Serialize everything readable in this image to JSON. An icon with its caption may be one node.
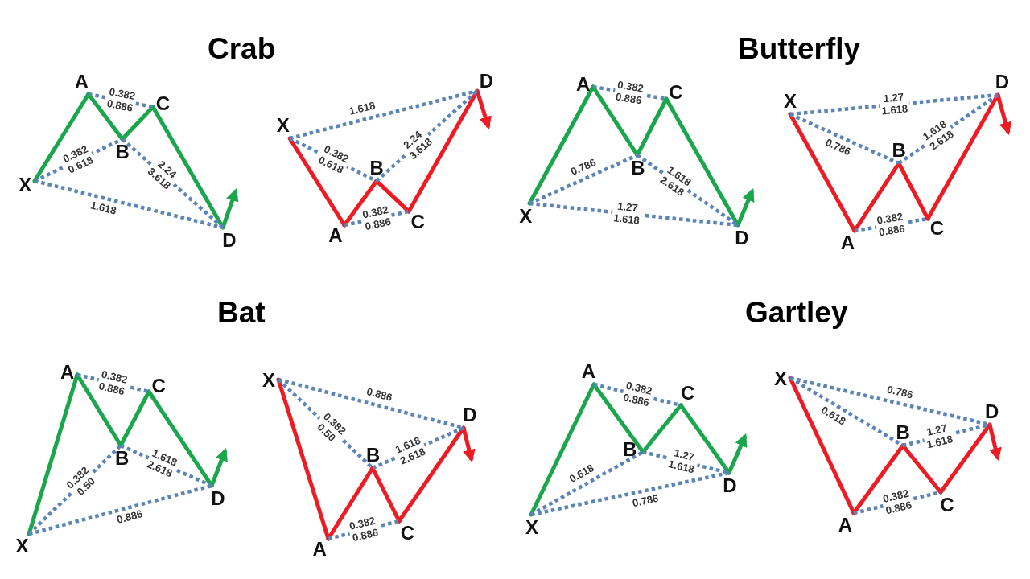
{
  "diagram": {
    "nodes": [
      {
        "text": [
          "X"
        ]
      },
      {
        "text": [
          "A"
        ]
      },
      {
        "text": [
          "B"
        ]
      },
      {
        "text": [
          "C"
        ]
      },
      {
        "text": [
          "D"
        ]
      },
      {
        "text": [
          "X"
        ]
      },
      {
        "text": [
          "A"
        ]
      },
      {
        "text": [
          "B"
        ]
      },
      {
        "text": [
          "C"
        ]
      },
      {
        "text": [
          "D"
        ]
      },
      {
        "text": [
          "X"
        ]
      },
      {
        "text": [
          "A"
        ]
      },
      {
        "text": [
          "B"
        ]
      },
      {
        "text": [
          "C"
        ]
      },
      {
        "text": [
          "D"
        ]
      },
      {
        "text": [
          "X"
        ]
      },
      {
        "text": [
          "A"
        ]
      },
      {
        "text": [
          "B"
        ]
      },
      {
        "text": [
          "C"
        ]
      },
      {
        "text": [
          "D"
        ]
      },
      {
        "text": [
          "X"
        ]
      },
      {
        "text": [
          "A"
        ]
      },
      {
        "text": [
          "B"
        ]
      },
      {
        "text": [
          "C"
        ]
      },
      {
        "text": [
          "D"
        ]
      },
      {
        "text": [
          "X"
        ]
      },
      {
        "text": [
          "A"
        ]
      },
      {
        "text": [
          "B"
        ]
      },
      {
        "text": [
          "C"
        ]
      },
      {
        "text": [
          "D"
        ]
      },
      {
        "text": [
          "X"
        ]
      },
      {
        "text": [
          "A"
        ]
      },
      {
        "text": [
          "B"
        ]
      },
      {
        "text": [
          "C"
        ]
      },
      {
        "text": [
          "D"
        ]
      },
      {
        "text": [
          "X"
        ]
      },
      {
        "text": [
          "A"
        ]
      },
      {
        "text": [
          "B"
        ]
      },
      {
        "text": [
          "C"
        ]
      },
      {
        "text": [
          "D"
        ]
      }
    ],
    "edges": [
      {
        "from": 0,
        "to": 1,
        "arrow": "none",
        "color": "#1aa64a"
      },
      {
        "from": 1,
        "to": 2,
        "arrow": "none",
        "color": "#1aa64a"
      },
      {
        "from": 2,
        "to": 3,
        "arrow": "none",
        "color": "#1aa64a"
      },
      {
        "from": 3,
        "to": 4,
        "arrow": "none",
        "color": "#1aa64a"
      },
      {
        "from": 4,
        "to": null,
        "arrow": "to",
        "color": "#1aa64a"
      },
      {
        "from": 0,
        "to": 2,
        "arrow": "none",
        "style": "dashed",
        "label": "0.382 0.618"
      },
      {
        "from": 1,
        "to": 3,
        "arrow": "none",
        "style": "dashed",
        "label": "0.382 0.886"
      },
      {
        "from": 2,
        "to": 4,
        "arrow": "none",
        "style": "dashed",
        "label": "2.24 3.618"
      },
      {
        "from": 0,
        "to": 4,
        "arrow": "none",
        "style": "dashed",
        "label": "1.618"
      },
      {
        "from": 5,
        "to": 6,
        "arrow": "none",
        "color": "#ed1c24"
      },
      {
        "from": 6,
        "to": 7,
        "arrow": "none",
        "color": "#ed1c24"
      },
      {
        "from": 7,
        "to": 8,
        "arrow": "none",
        "color": "#ed1c24"
      },
      {
        "from": 8,
        "to": 9,
        "arrow": "none",
        "color": "#ed1c24"
      },
      {
        "from": 9,
        "to": null,
        "arrow": "to",
        "color": "#ed1c24"
      },
      {
        "from": 5,
        "to": 7,
        "arrow": "none",
        "style": "dashed",
        "label": "0.382 0.618"
      },
      {
        "from": 6,
        "to": 8,
        "arrow": "none",
        "style": "dashed",
        "label": "0.382 0.886"
      },
      {
        "from": 7,
        "to": 9,
        "arrow": "none",
        "style": "dashed",
        "label": "2.24 3.618"
      },
      {
        "from": 5,
        "to": 9,
        "arrow": "none",
        "style": "dashed",
        "label": "1.618"
      },
      {
        "from": 10,
        "to": 11,
        "arrow": "none",
        "color": "#1aa64a"
      },
      {
        "from": 11,
        "to": 12,
        "arrow": "none",
        "color": "#1aa64a"
      },
      {
        "from": 12,
        "to": 13,
        "arrow": "none",
        "color": "#1aa64a"
      },
      {
        "from": 13,
        "to": 14,
        "arrow": "none",
        "color": "#1aa64a"
      },
      {
        "from": 14,
        "to": null,
        "arrow": "to",
        "color": "#1aa64a"
      },
      {
        "from": 10,
        "to": 12,
        "arrow": "none",
        "style": "dashed",
        "label": "0.786"
      },
      {
        "from": 11,
        "to": 13,
        "arrow": "none",
        "style": "dashed",
        "label": "0.382 0.886"
      },
      {
        "from": 12,
        "to": 14,
        "arrow": "none",
        "style": "dashed",
        "label": "1.618 2.618"
      },
      {
        "from": 10,
        "to": 14,
        "arrow": "none",
        "style": "dashed",
        "label": "1.27 1.618"
      },
      {
        "from": 15,
        "to": 16,
        "arrow": "none",
        "color": "#ed1c24"
      },
      {
        "from": 16,
        "to": 17,
        "arrow": "none",
        "color": "#ed1c24"
      },
      {
        "from": 17,
        "to": 18,
        "arrow": "none",
        "color": "#ed1c24"
      },
      {
        "from": 18,
        "to": 19,
        "arrow": "none",
        "color": "#ed1c24"
      },
      {
        "from": 19,
        "to": null,
        "arrow": "to",
        "color": "#ed1c24"
      },
      {
        "from": 15,
        "to": 17,
        "arrow": "none",
        "style": "dashed",
        "label": "0.786"
      },
      {
        "from": 16,
        "to": 18,
        "arrow": "none",
        "style": "dashed",
        "label": "0.382 0.886"
      },
      {
        "from": 17,
        "to": 19,
        "arrow": "none",
        "style": "dashed",
        "label": "1.618 2.618"
      },
      {
        "from": 15,
        "to": 19,
        "arrow": "none",
        "style": "dashed",
        "label": "1.27 1.618"
      },
      {
        "from": 20,
        "to": 21,
        "arrow": "none",
        "color": "#1aa64a"
      },
      {
        "from": 21,
        "to": 22,
        "arrow": "none",
        "color": "#1aa64a"
      },
      {
        "from": 22,
        "to": 23,
        "arrow": "none",
        "color": "#1aa64a"
      },
      {
        "from": 23,
        "to": 24,
        "arrow": "none",
        "color": "#1aa64a"
      },
      {
        "from": 24,
        "to": null,
        "arrow": "to",
        "color": "#1aa64a"
      },
      {
        "from": 20,
        "to": 22,
        "arrow": "none",
        "style": "dashed",
        "label": "0.382 0.50"
      },
      {
        "from": 21,
        "to": 23,
        "arrow": "none",
        "style": "dashed",
        "label": "0.382 0.886"
      },
      {
        "from": 22,
        "to": 24,
        "arrow": "none",
        "style": "dashed",
        "label": "1.618 2.618"
      },
      {
        "from": 20,
        "to": 24,
        "arrow": "none",
        "style": "dashed",
        "label": "0.886"
      },
      {
        "from": 25,
        "to": 26,
        "arrow": "none",
        "color": "#ed1c24"
      },
      {
        "from": 26,
        "to": 27,
        "arrow": "none",
        "color": "#ed1c24"
      },
      {
        "from": 27,
        "to": 28,
        "arrow": "none",
        "color": "#ed1c24"
      },
      {
        "from": 28,
        "to": 29,
        "arrow": "none",
        "color": "#ed1c24"
      },
      {
        "from": 29,
        "to": null,
        "arrow": "to",
        "color": "#ed1c24"
      },
      {
        "from": 25,
        "to": 27,
        "arrow": "none",
        "style": "dashed",
        "label": "0.382 0.50"
      },
      {
        "from": 26,
        "to": 28,
        "arrow": "none",
        "style": "dashed",
        "label": "0.382 0.886"
      },
      {
        "from": 27,
        "to": 29,
        "arrow": "none",
        "style": "dashed",
        "label": "1.618 2.618"
      },
      {
        "from": 25,
        "to": 29,
        "arrow": "none",
        "style": "dashed",
        "label": "0.886"
      },
      {
        "from": 30,
        "to": 31,
        "arrow": "none",
        "color": "#1aa64a"
      },
      {
        "from": 31,
        "to": 32,
        "arrow": "none",
        "color": "#1aa64a"
      },
      {
        "from": 32,
        "to": 33,
        "arrow": "none",
        "color": "#1aa64a"
      },
      {
        "from": 33,
        "to": 34,
        "arrow": "none",
        "color": "#1aa64a"
      },
      {
        "from": 34,
        "to": null,
        "arrow": "to",
        "color": "#1aa64a"
      },
      {
        "from": 30,
        "to": 32,
        "arrow": "none",
        "style": "dashed",
        "label": "0.618"
      },
      {
        "from": 31,
        "to": 33,
        "arrow": "none",
        "style": "dashed",
        "label": "0.382 0.886"
      },
      {
        "from": 32,
        "to": 34,
        "arrow": "none",
        "style": "dashed",
        "label": "1.27 1.618"
      },
      {
        "from": 30,
        "to": 34,
        "arrow": "none",
        "style": "dashed",
        "label": "0.786"
      },
      {
        "from": 35,
        "to": 36,
        "arrow": "none",
        "color": "#ed1c24"
      },
      {
        "from": 36,
        "to": 37,
        "arrow": "none",
        "color": "#ed1c24"
      },
      {
        "from": 37,
        "to": 38,
        "arrow": "none",
        "color": "#ed1c24"
      },
      {
        "from": 38,
        "to": 39,
        "arrow": "none",
        "color": "#ed1c24"
      },
      {
        "from": 39,
        "to": null,
        "arrow": "to",
        "color": "#ed1c24"
      },
      {
        "from": 35,
        "to": 37,
        "arrow": "none",
        "style": "dashed",
        "label": "0.618"
      },
      {
        "from": 36,
        "to": 38,
        "arrow": "none",
        "style": "dashed",
        "label": "0.382 0.886"
      },
      {
        "from": 37,
        "to": 39,
        "arrow": "none",
        "style": "dashed",
        "label": "1.27 1.618"
      },
      {
        "from": 35,
        "to": 39,
        "arrow": "none",
        "style": "dashed",
        "label": "0.786"
      }
    ],
    "labels": [
      "Crab",
      "Butterfly",
      "Bat",
      "Gartley"
    ]
  }
}
